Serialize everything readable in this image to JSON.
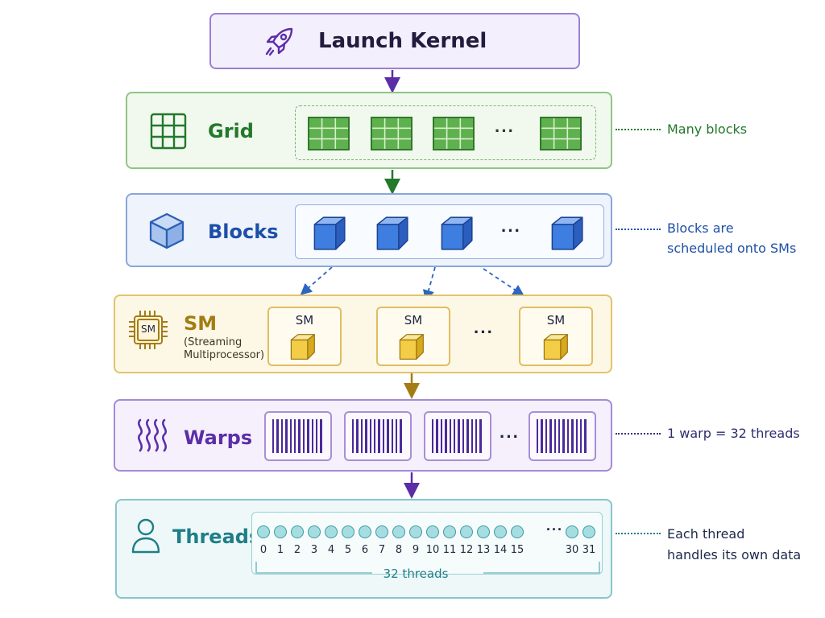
{
  "colors": {
    "purple": "#5b2ea8",
    "green": "#23782a",
    "blue": "#1d4fa8",
    "gold": "#a47c14",
    "teal": "#1f7e87",
    "ink": "#1c2440"
  },
  "launch": {
    "title": "Launch Kernel",
    "icon": "rocket-icon"
  },
  "grid": {
    "title": "Grid",
    "icon": "grid-icon",
    "note": "Many blocks",
    "ellipsis": "···"
  },
  "blocks": {
    "title": "Blocks",
    "icon": "cube-icon",
    "note_line1": "Blocks are",
    "note_line2": "scheduled onto SMs",
    "ellipsis": "···"
  },
  "sm": {
    "title": "SM",
    "subtitle_line1": "(Streaming",
    "subtitle_line2": "Multiprocessor)",
    "chip_label": "SM",
    "icon": "chip-icon",
    "boxes": [
      {
        "label": "SM"
      },
      {
        "label": "SM"
      },
      {
        "label": "SM"
      }
    ],
    "ellipsis": "···"
  },
  "warps": {
    "title": "Warps",
    "icon": "wave-icon",
    "note": "1 warp = 32 threads",
    "ellipsis": "···"
  },
  "threads": {
    "title": "Threads",
    "icon": "person-icon",
    "note_line1": "Each thread",
    "note_line2": "handles its own data",
    "caption": "32 threads",
    "ellipsis": "···",
    "indices": [
      "0",
      "1",
      "2",
      "3",
      "4",
      "5",
      "6",
      "7",
      "8",
      "9",
      "10",
      "11",
      "12",
      "13",
      "14",
      "15",
      "30",
      "31"
    ]
  }
}
